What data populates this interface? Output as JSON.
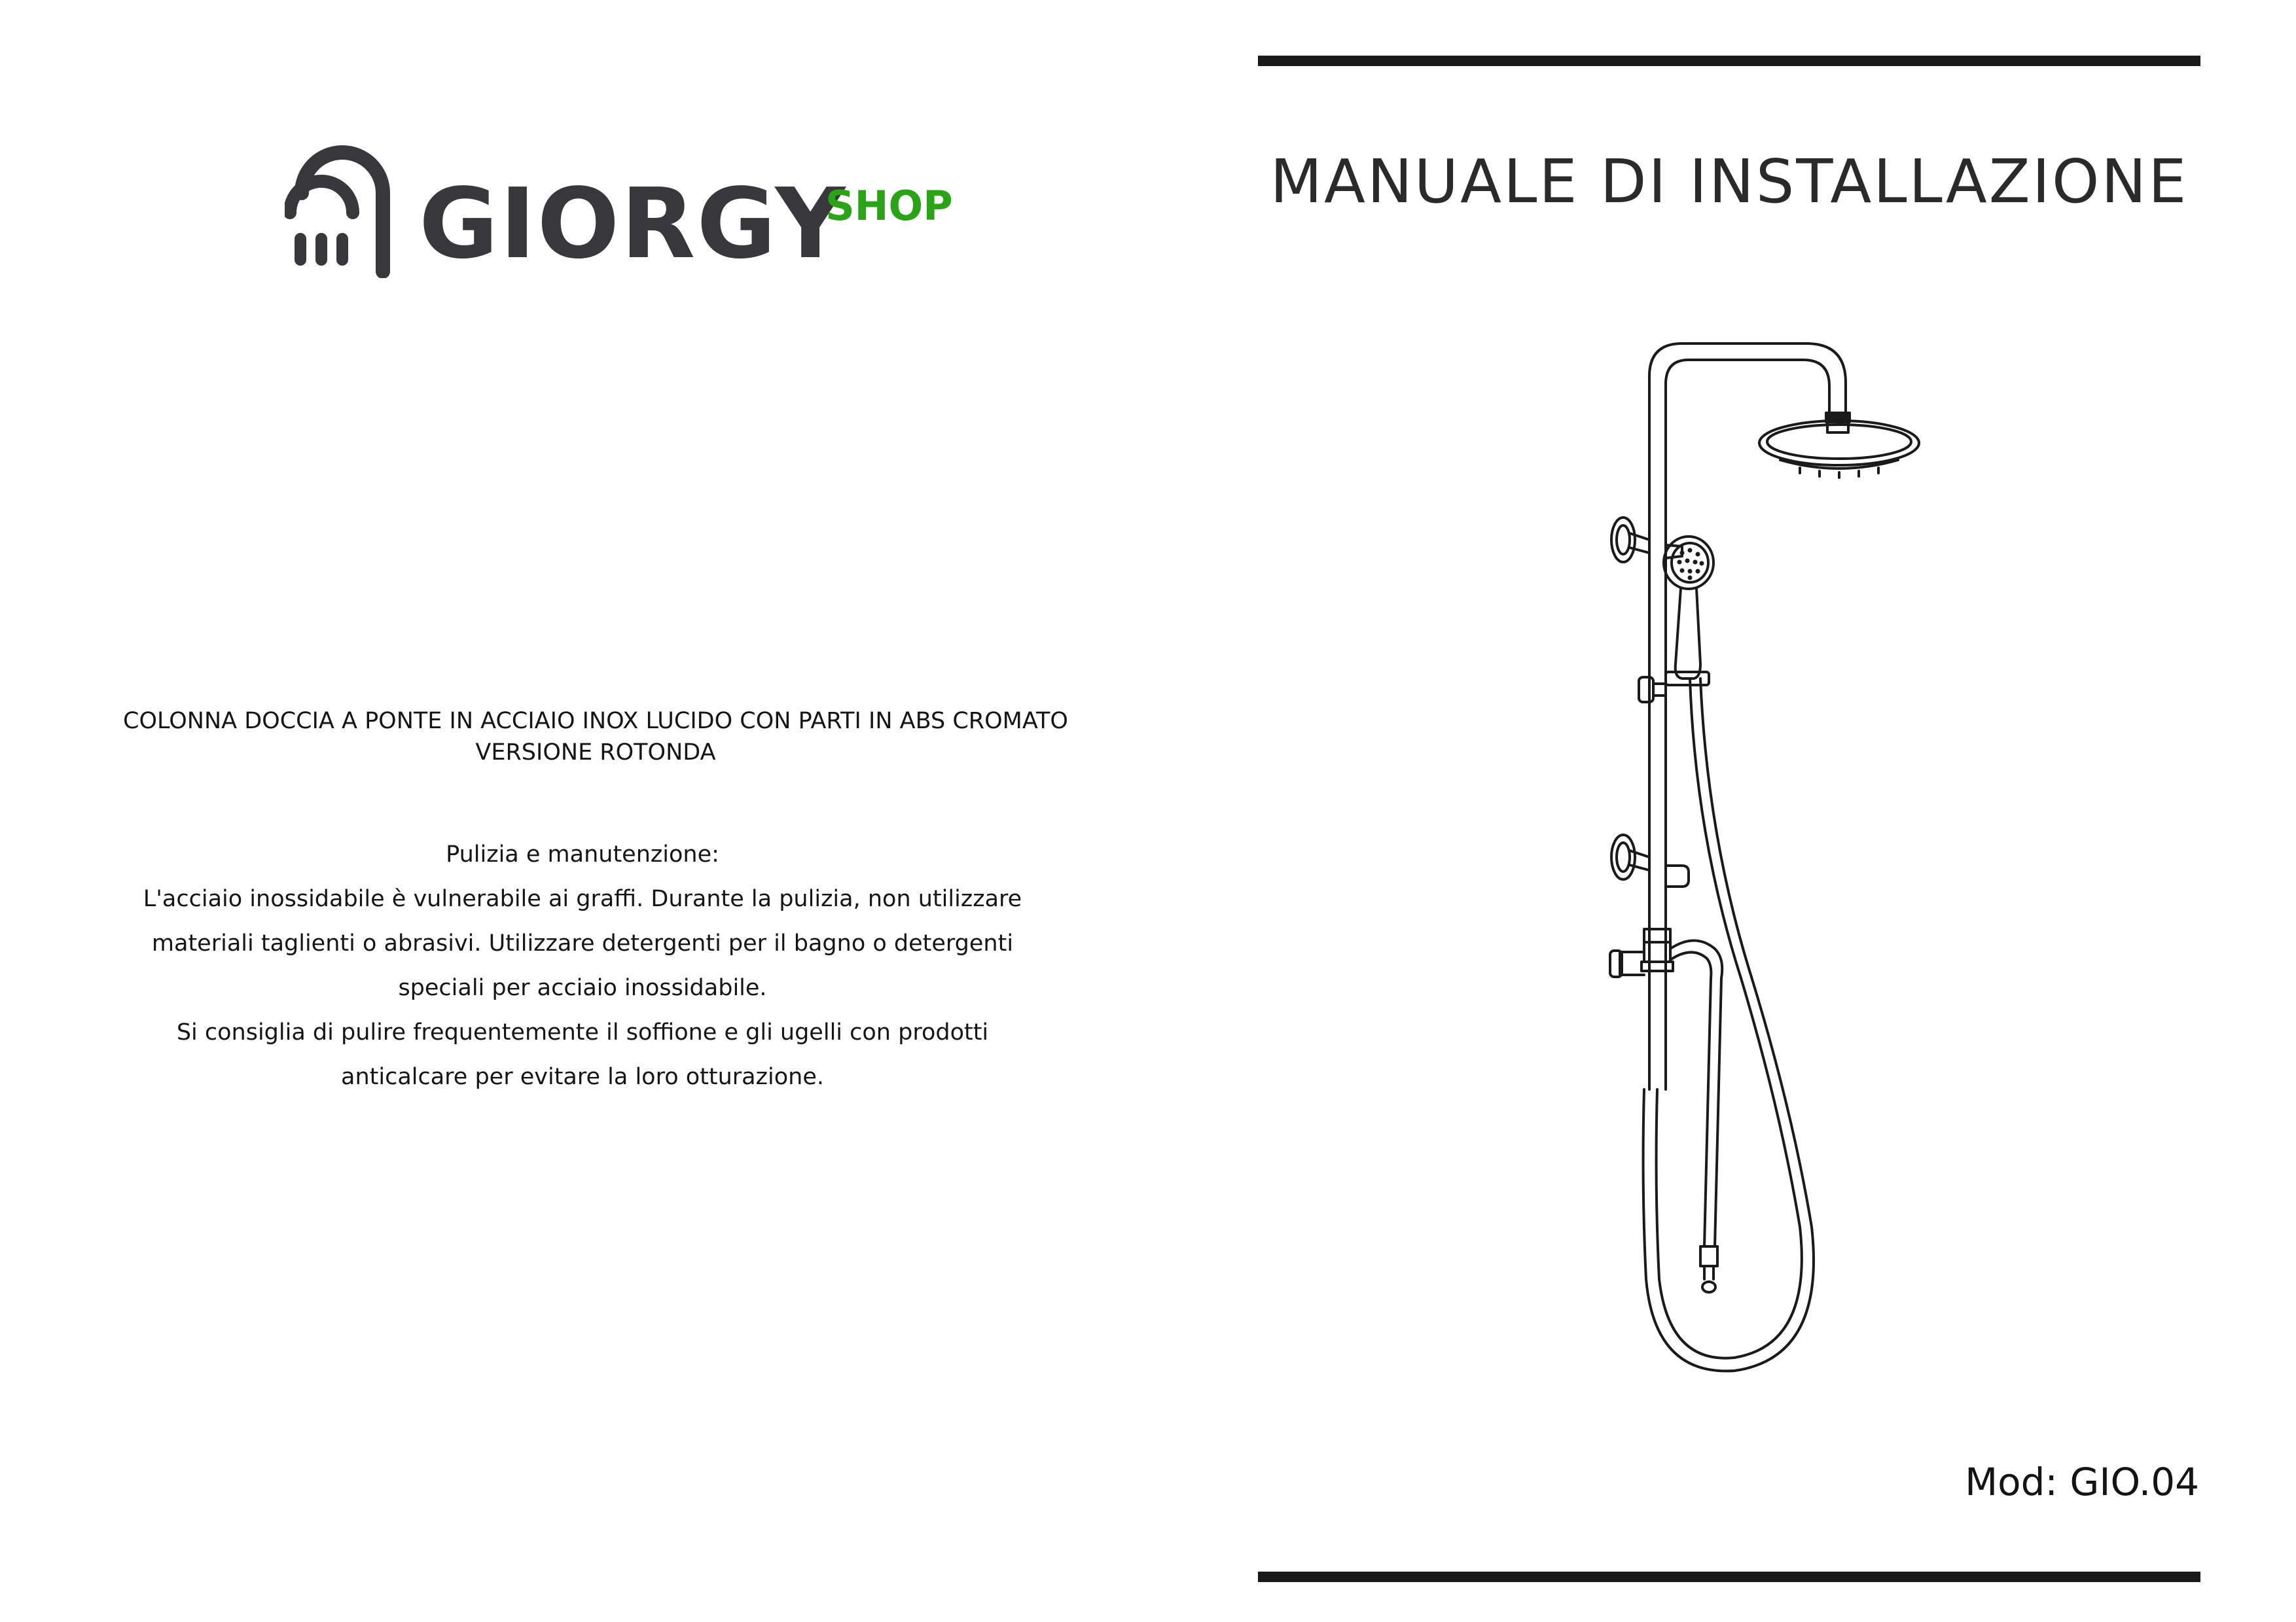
{
  "brand": {
    "name": "GIORGY",
    "tag": "SHOP",
    "colors": {
      "wordmark": "#38383a",
      "tag": "#2aa317"
    },
    "icon": "shower-logo-icon"
  },
  "product": {
    "title_line_1": "COLONNA DOCCIA A PONTE IN ACCIAIO INOX LUCIDO CON PARTI IN ABS CROMATO",
    "title_line_2": "VERSIONE ROTONDA"
  },
  "care": {
    "heading": "Pulizia e manutenzione:",
    "lines": [
      "L'acciaio inossidabile è vulnerabile ai graffi. Durante la pulizia, non utilizzare",
      "materiali taglienti o abrasivi. Utilizzare detergenti per il bagno o detergenti",
      "speciali per acciaio inossidabile.",
      "Si consiglia di pulire frequentemente il soffione e gli ugelli con prodotti",
      "anticalcare per evitare la loro otturazione."
    ]
  },
  "manual": {
    "title": "MANUALE DI INSTALLAZIONE",
    "illustration": "shower-column-drawing",
    "model": "Mod: GIO.04"
  }
}
